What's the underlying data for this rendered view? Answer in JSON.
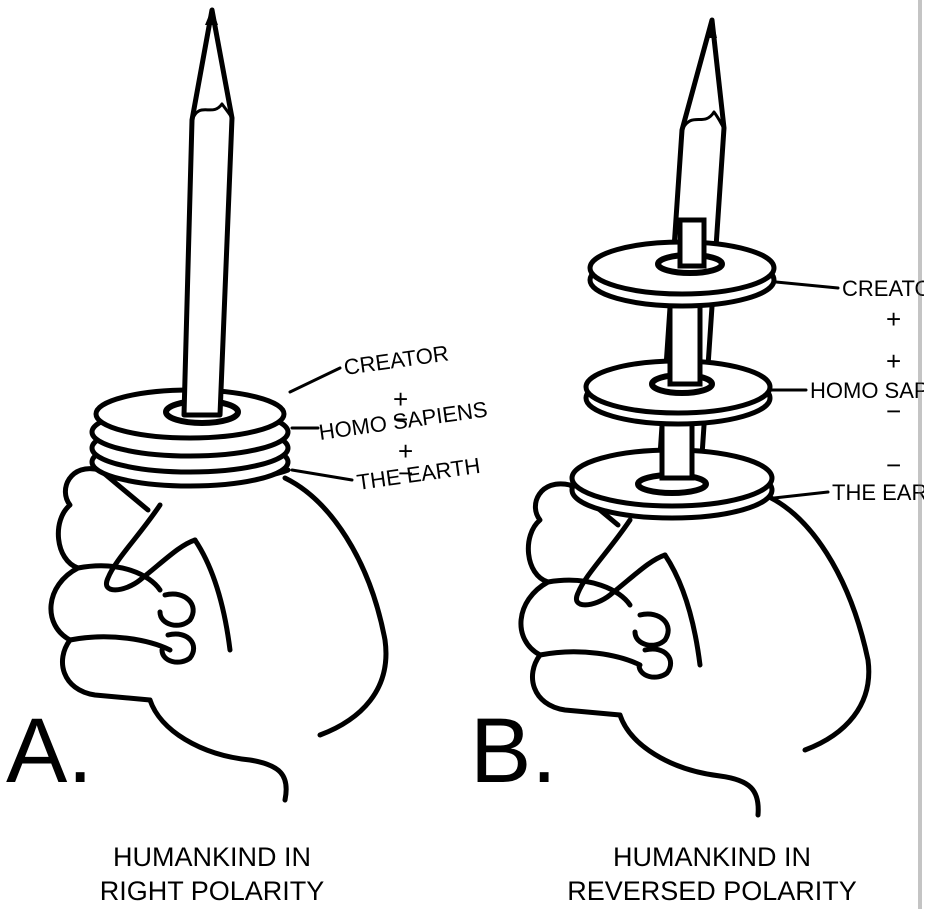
{
  "panel_a": {
    "letter": "A.",
    "labels": {
      "creator": "CREATOR",
      "sign_1": "+",
      "sign_2": "−",
      "homo_sapiens": "HOMO SAPIENS",
      "sign_3": "+",
      "sign_4": "−",
      "the_earth": "THE EARTH"
    },
    "caption_line1": "HUMANKIND IN",
    "caption_line2": "RIGHT POLARITY"
  },
  "panel_b": {
    "letter": "B.",
    "labels": {
      "creator": "CREATO",
      "sign_1": "+",
      "sign_2": "+",
      "homo_sapiens": "HOMO SAP",
      "sign_3": "−",
      "sign_4": "−",
      "the_earth": "THE EAR"
    },
    "caption_line1": "HUMANKIND IN",
    "caption_line2": "REVERSED POLARITY"
  }
}
